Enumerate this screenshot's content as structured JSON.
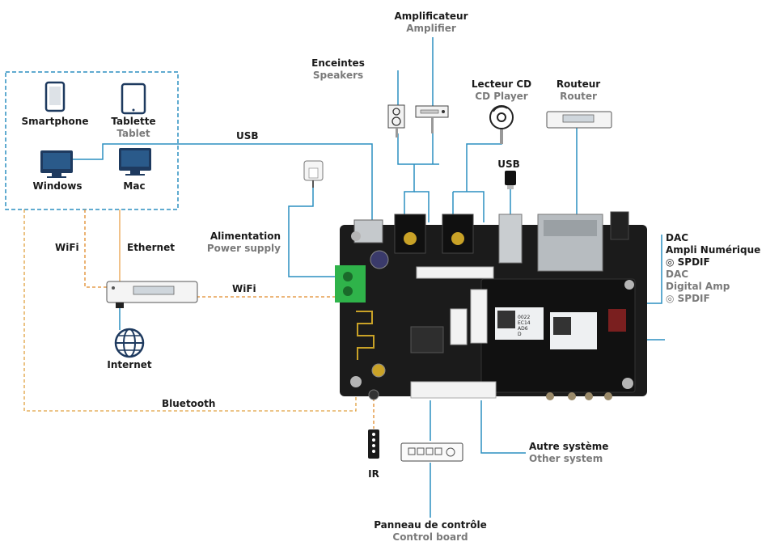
{
  "colors": {
    "line_blue": "#2b8fc0",
    "dashed_box": "#2b8fc0",
    "wifi_orange": "#e08a2a",
    "ethernet_orange": "#e9a24a",
    "bluetooth_orange": "#e0a040",
    "board_dark": "#1b1b1b",
    "icon_blue": "#1e3a5f",
    "terminal_green": "#2fb34a"
  },
  "devices": {
    "smartphone": "Smartphone",
    "tablet_fr": "Tablette",
    "tablet_en": "Tablet",
    "windows": "Windows",
    "mac": "Mac"
  },
  "links": {
    "usb_top": "USB",
    "wifi_left": "WiFi",
    "ethernet": "Ethernet",
    "wifi_mid": "WiFi",
    "bluetooth": "Bluetooth",
    "internet": "Internet"
  },
  "components": {
    "amplifier_fr": "Amplificateur",
    "amplifier_en": "Amplifier",
    "speakers_fr": "Enceintes",
    "speakers_en": "Speakers",
    "cd_fr": "Lecteur CD",
    "cd_en": "CD Player",
    "router_fr": "Routeur",
    "router_en": "Router",
    "usb_stick": "USB",
    "power_fr": "Alimentation",
    "power_en": "Power supply",
    "dac_fr": "DAC",
    "amp_fr": "Ampli Numérique",
    "spdif_fr": "◎ SPDIF",
    "dac_en": "DAC",
    "amp_en": "Digital Amp",
    "spdif_en": "◎ SPDIF",
    "ir": "IR",
    "other_fr": "Autre système",
    "other_en": "Other system",
    "control_fr": "Panneau de contrôle",
    "control_en": "Control board"
  },
  "board": {
    "chip_codes": [
      "0022",
      "EC14",
      "AD6",
      "D"
    ]
  }
}
